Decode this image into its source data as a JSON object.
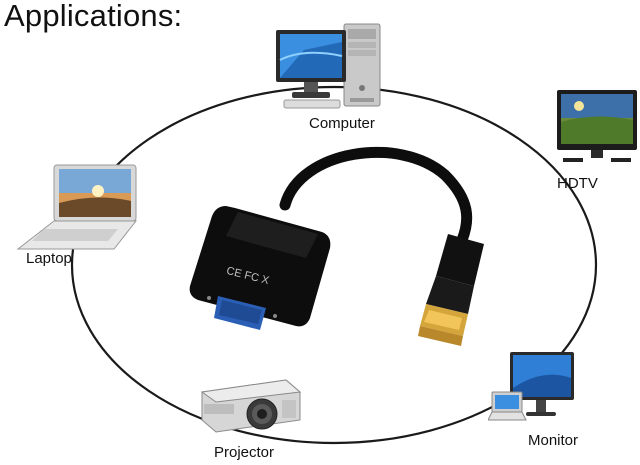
{
  "title": "Applications:",
  "devices": [
    {
      "label": "Computer",
      "icon": "desktop-computer-icon"
    },
    {
      "label": "HDTV",
      "icon": "hdtv-icon"
    },
    {
      "label": "Laptop",
      "icon": "laptop-icon"
    },
    {
      "label": "Projector",
      "icon": "projector-icon"
    },
    {
      "label": "Monitor",
      "icon": "monitor-icon"
    }
  ],
  "adapter": {
    "markings": "CE FC X",
    "connectors": [
      "DisplayPort",
      "VGA"
    ]
  },
  "colors": {
    "ring": "#1a1a1a",
    "adapter_body": "#0d0d0d",
    "dp_plug_gold": "#d4a53a",
    "vga_port_blue": "#2b5fb5",
    "screen_blue": "#2f7fd6"
  }
}
